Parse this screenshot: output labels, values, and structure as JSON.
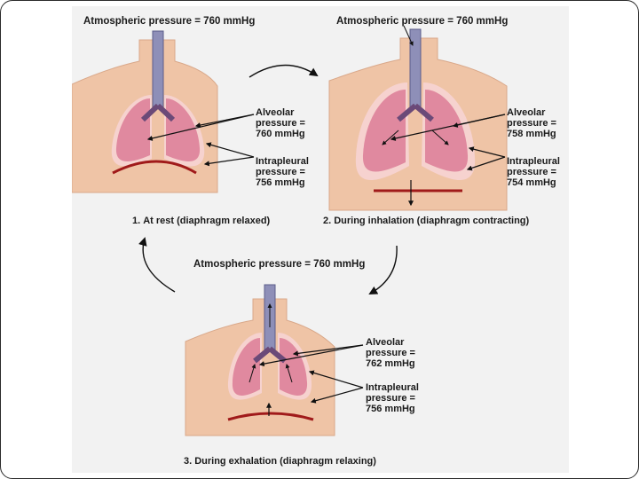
{
  "panels": [
    {
      "atmospheric": "Atmospheric pressure = 760 mmHg",
      "alveolar": [
        "Alveolar",
        "pressure =",
        "760 mmHg"
      ],
      "intrapleural": [
        "Intrapleural",
        "pressure =",
        "756 mmHg"
      ],
      "caption_number": "1.",
      "caption_text": "At rest (diaphragm relaxed)"
    },
    {
      "atmospheric": "Atmospheric pressure = 760 mmHg",
      "alveolar": [
        "Alveolar",
        "pressure =",
        "758 mmHg"
      ],
      "intrapleural": [
        "Intrapleural",
        "pressure =",
        "754 mmHg"
      ],
      "caption_number": "2.",
      "caption_text": "During inhalation (diaphragm contracting)"
    },
    {
      "atmospheric": "Atmospheric pressure = 760 mmHg",
      "alveolar": [
        "Alveolar",
        "pressure =",
        "762 mmHg"
      ],
      "intrapleural": [
        "Intrapleural",
        "pressure =",
        "756 mmHg"
      ],
      "caption_number": "3.",
      "caption_text": "During exhalation (diaphragm relaxing)"
    }
  ],
  "colors": {
    "skin": "#efc4a6",
    "skin_shadow": "#d9a88a",
    "lung": "#e0899f",
    "lung_light": "#f3c4cf",
    "pleura": "#f6d2cf",
    "trachea": "#8e8fb8",
    "bronchi": "#6b4a78",
    "diaphragm": "#a01a1a",
    "figure_bg": "#f2f2f2"
  }
}
